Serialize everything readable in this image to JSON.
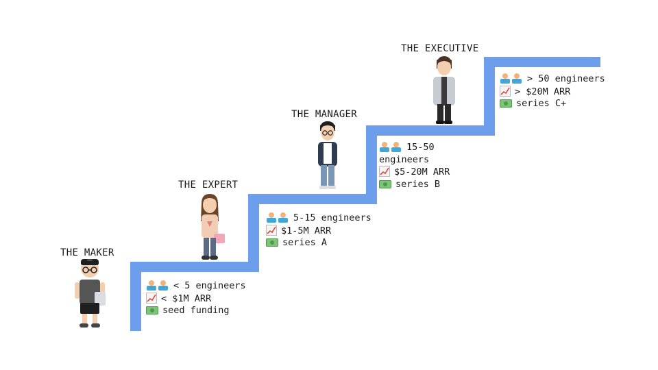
{
  "steps": [
    {
      "role": "THE MAKER",
      "engineers_line": "< 5 engineers",
      "arr_line": "< $1M ARR",
      "funding_line": "seed funding"
    },
    {
      "role": "THE EXPERT",
      "engineers_line": "5-15 engineers",
      "arr_line": "$1-5M ARR",
      "funding_line": "series A"
    },
    {
      "role": "THE MANAGER",
      "engineers_line": "15-50 engineers",
      "arr_line": "$5-20M ARR",
      "funding_line": "series B"
    },
    {
      "role": "THE EXECUTIVE",
      "engineers_line": "> 50 engineers",
      "arr_line": "> $20M ARR",
      "funding_line": "series C+"
    }
  ],
  "icons": {
    "engineers": "engineers-emoji-icon",
    "arr": "chart-increasing-icon",
    "funding": "dollar-banknote-icon"
  },
  "colors": {
    "stairs": "#6d9eeb"
  }
}
